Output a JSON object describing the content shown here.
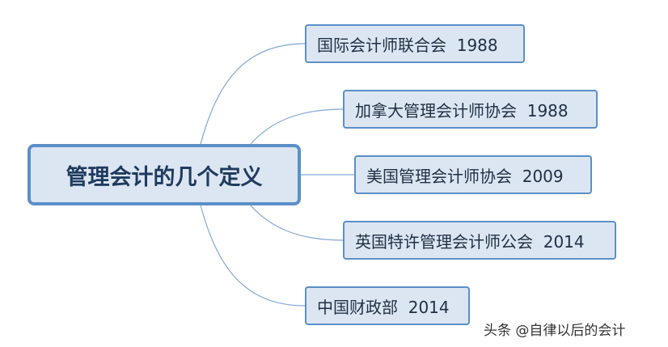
{
  "diagram": {
    "central": {
      "label": "管理会计的几个定义"
    },
    "branches": [
      {
        "label": "国际会计师联合会  1988"
      },
      {
        "label": "加拿大管理会计师协会  1988"
      },
      {
        "label": "美国管理会计师协会  2009"
      },
      {
        "label": "英国特许管理会计师公会  2014"
      },
      {
        "label": "中国财政部  2014"
      }
    ]
  },
  "watermark": {
    "text": "头条 @自律以后的会计"
  },
  "colors": {
    "node_fill": "#dce6f2",
    "node_border": "#5b8fc8",
    "connector": "#7fa7d3"
  }
}
